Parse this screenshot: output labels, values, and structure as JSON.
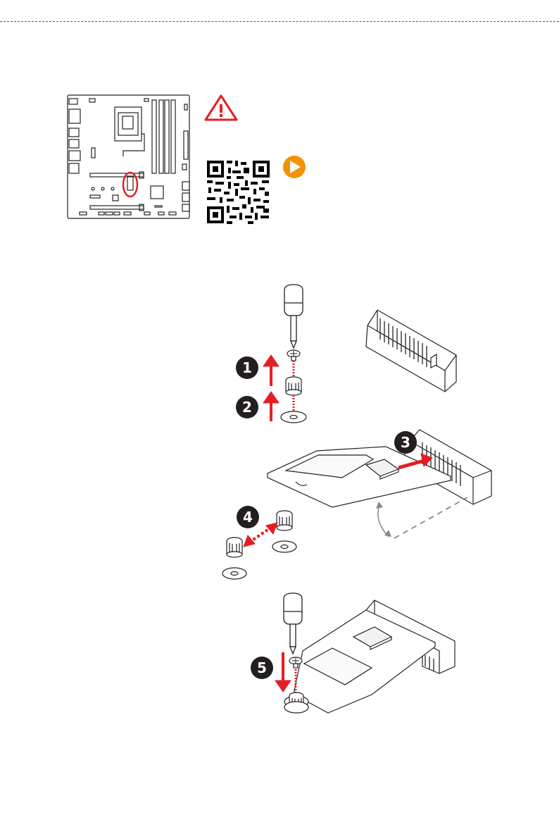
{
  "colors": {
    "accent_red": "#e31e24",
    "play_orange": "#f39200",
    "line_dark": "#222222",
    "step_badge": "#231f20"
  },
  "icons": {
    "warning": "warning-triangle-icon",
    "play": "play-video-icon",
    "qr": "qr-code-icon"
  },
  "steps": [
    "1",
    "2",
    "3",
    "4",
    "5"
  ]
}
